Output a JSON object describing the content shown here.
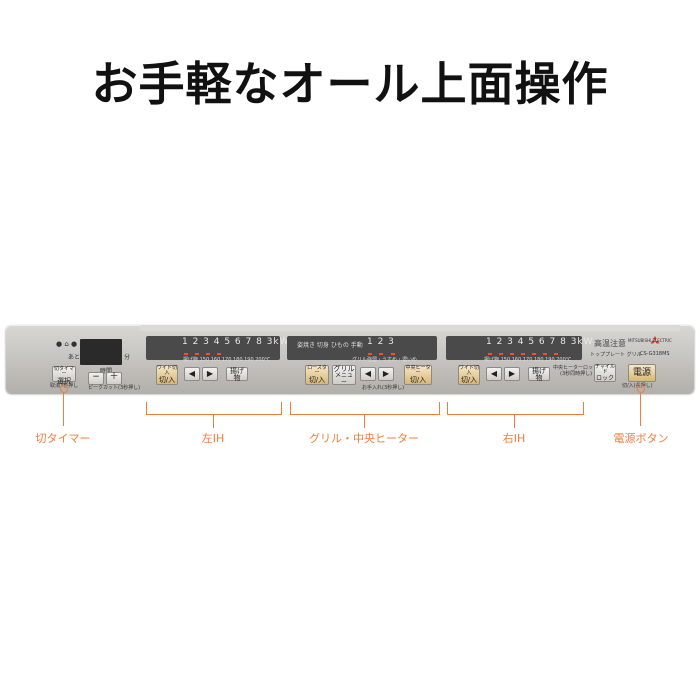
{
  "headline": "お手軽なオール上面操作",
  "panel": {
    "timer_zone": {
      "display_small": "あと",
      "minute_unit": "分",
      "select_btn_top": "切タイマー",
      "select_btn_bottom": "選択",
      "select_btn_note": "取消3秒押し",
      "time_label": "時間",
      "minus": "−",
      "plus": "＋",
      "time_note": "ピークカット(3秒押し)"
    },
    "left_ih": {
      "levels": "1 2 3 4 5 6 7 8 3kW",
      "temps": "揚げ物 150 160 170 180 190 200℃",
      "power_btn_top": "ワイド切入",
      "power_btn": "切/入",
      "left_arrow": "◀",
      "right_arrow": "▶",
      "fry_btn": "揚げ物"
    },
    "grill_zone": {
      "modes": "姿焼き 切身 ひもの 手動",
      "levels": "1 2 3",
      "level_note": "グリル強弱・うすめ・濃いめ",
      "grill_power_top": "ロースター",
      "grill_power": "切/入",
      "grill_menu_top": "グリル",
      "grill_menu": "メニュー",
      "left_arrow": "◀",
      "right_arrow": "▶",
      "center_top": "中央ヒーター",
      "center_power": "切/入",
      "under_note": "お手入れ(3秒押し)"
    },
    "right_ih": {
      "levels": "1 2 3 4 5 6 7 8 3kW",
      "temps": "揚げ物 150 160 170 180 190 200℃",
      "power_btn_top": "ワイド切入",
      "power_btn": "切/入",
      "left_arrow": "◀",
      "right_arrow": "▶",
      "fry_btn": "揚げ物",
      "lock_note": "中央ヒーターロック",
      "lock_sub": "(3秒同時押し)"
    },
    "right_zone": {
      "warning": "高温注意",
      "sub_warning": "トッププレート グリル",
      "brand": "MITSUBISHI ELECTRIC",
      "model": "CS-G318MS",
      "check_top": "チャイルド",
      "check": "ロック",
      "power_main": "電源",
      "power_note": "切/入(長押し)"
    }
  },
  "callouts": {
    "timer": "切タイマー",
    "left_ih": "左IH",
    "grill": "グリル・中央ヒーター",
    "right_ih": "右IH",
    "power": "電源ボタン"
  },
  "colors": {
    "accent": "#f07d3c",
    "led": "#ff4a2a",
    "panel": "#c8c6c2"
  }
}
